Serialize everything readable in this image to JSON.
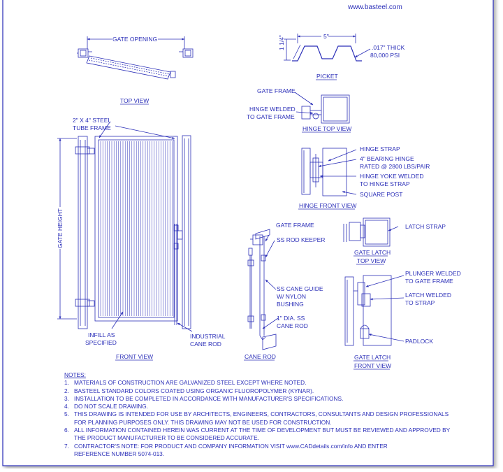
{
  "header": {
    "url": "www.basteel.com"
  },
  "views": {
    "top_view": "TOP VIEW",
    "front_view": "FRONT VIEW",
    "cane_rod": "CANE ROD",
    "picket": "PICKET",
    "hinge_top_view": "HINGE TOP VIEW",
    "hinge_front_view": "HINGE FRONT VIEW",
    "gate_latch_top_1": "GATE LATCH",
    "gate_latch_top_2": "TOP VIEW",
    "gate_latch_front_1": "GATE LATCH",
    "gate_latch_front_2": "FRONT VIEW"
  },
  "labels": {
    "gate_opening": "GATE OPENING",
    "gate_height": "GATE HEIGHT",
    "steel_tube_1": "2\" X 4\" STEEL",
    "steel_tube_2": "TUBE FRAME",
    "infill_1": "INFILL AS",
    "infill_2": "SPECIFIED",
    "industrial_1": "INDUSTRIAL",
    "industrial_2": "CANE ROD",
    "picket_width": "5\"",
    "picket_height": "1 1/4\"",
    "picket_thick_1": ".017\" THICK",
    "picket_thick_2": "80,000 PSI",
    "hinge_gate_frame": "GATE FRAME",
    "hinge_welded_1": "HINGE WELDED",
    "hinge_welded_2": "TO GATE FRAME",
    "hinge_strap": "HINGE STRAP",
    "bearing_1": "4\" BEARING HINGE",
    "bearing_2": "RATED @ 2800 LBS/PAIR",
    "yoke_1": "HINGE YOKE WELDED",
    "yoke_2": "TO HINGE STRAP",
    "square_post": "SQUARE POST",
    "cane_gate_frame": "GATE FRAME",
    "ss_rod_keeper": "SS ROD KEEPER",
    "cane_guide_1": "SS CANE GUIDE",
    "cane_guide_2": "W/ NYLON",
    "cane_guide_3": "BUSHING",
    "dia_1": "1\" DIA. SS",
    "dia_2": "CANE ROD",
    "latch_strap": "LATCH STRAP",
    "plunger_1": "PLUNGER WELDED",
    "plunger_2": "TO GATE FRAME",
    "latch_welded_1": "LATCH WELDED",
    "latch_welded_2": "TO STRAP",
    "padlock": "PADLOCK"
  },
  "notes": {
    "heading": "NOTES:",
    "items": [
      {
        "num": "1.",
        "lines": [
          "MATERIALS OF CONSTRUCTION ARE GALVANIZED STEEL EXCEPT WHERE NOTED."
        ]
      },
      {
        "num": "2.",
        "lines": [
          "BASTEEL STANDARD COLORS COATED USING ORGANIC FLUOROPOLYMER (KYNAR)."
        ]
      },
      {
        "num": "3.",
        "lines": [
          "INSTALLATION TO BE COMPLETED IN ACCORDANCE WITH MANUFACTURER'S SPECIFICATIONS."
        ]
      },
      {
        "num": "4.",
        "lines": [
          "DO NOT SCALE DRAWING."
        ]
      },
      {
        "num": "5.",
        "lines": [
          "THIS DRAWING IS INTENDED FOR USE BY ARCHITECTS, ENGINEERS, CONTRACTORS, CONSULTANTS AND DESIGN PROFESSIONALS",
          "FOR PLANNING PURPOSES ONLY.  THIS DRAWING MAY NOT BE USED FOR CONSTRUCTION."
        ]
      },
      {
        "num": "6.",
        "lines": [
          "ALL INFORMATION CONTAINED HEREIN WAS CURRENT AT THE TIME OF DEVELOPMENT BUT MUST BE REVIEWED AND APPROVED BY",
          "THE PRODUCT MANUFACTURER TO BE CONSIDERED ACCURATE."
        ]
      },
      {
        "num": "7.",
        "lines": [
          "CONTRACTOR'S NOTE: FOR PRODUCT AND COMPANY INFORMATION VISIT www.CADdetails.com/info AND ENTER",
          "REFERENCE NUMBER 5074-013."
        ]
      }
    ]
  }
}
